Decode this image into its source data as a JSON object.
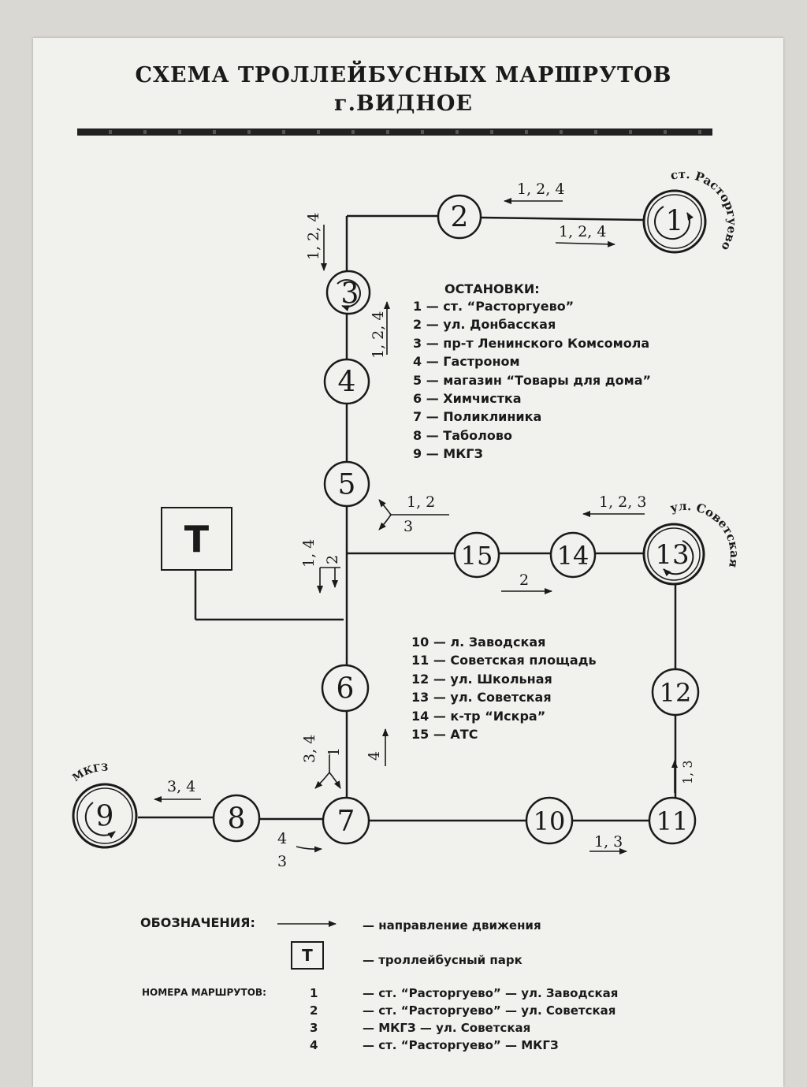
{
  "title": {
    "line1": "СХЕМА ТРОЛЛЕЙБУСНЫХ МАРШРУТОВ",
    "line2": "г.ВИДНОЕ"
  },
  "stops_header": "ОСТАНОВКИ:",
  "stops_list_a": [
    "1 — ст. “Расторгуево”",
    "2 — ул. Донбасская",
    "3 — пр-т Ленинского Комсомола",
    "4 — Гастроном",
    "5 — магазин “Товары для дома”",
    "6 — Химчистка",
    "7 — Поликлиника",
    "8 — Таболово",
    "9 — МКГЗ"
  ],
  "stops_list_b": [
    "10 — л. Заводская",
    "11 — Советская площадь",
    "12 — ул. Школьная",
    "13 — ул. Советская",
    "14 — к-тр “Искра”",
    "15 — АТС"
  ],
  "stops": [
    "1",
    "2",
    "3",
    "4",
    "5",
    "6",
    "7",
    "8",
    "9",
    "10",
    "11",
    "12",
    "13",
    "14",
    "15"
  ],
  "terminal_labels": {
    "t1": "ст. Расторгуево",
    "t13": "ул. Советская",
    "t9": "МКГЗ"
  },
  "depot_letter": "Т",
  "route_labels": {
    "r_2_1_top": "1, 2, 4",
    "r_2_1_bottom": "1, 2, 4",
    "r_3_left": "1, 2, 4",
    "r_34_right": "1, 2, 4",
    "r_5_top": "1, 2",
    "r_5_bottom": "3",
    "r_14_13": "1, 2, 3",
    "r_15_14": "2",
    "r_left_top": "1, 4",
    "r_left_bot": "2",
    "r_67_left_a": "3, 4",
    "r_67_left_b": "1",
    "r_67_right": "4",
    "r_98": "3, 4",
    "r_87_top": "4",
    "r_87_bot": "3",
    "r_10_11": "1, 3",
    "r_11_12": "1, 3"
  },
  "legend": {
    "header": "ОБОЗНАЧЕНИЯ:",
    "direction": "— направление движения",
    "depot": "— троллейбусный парк",
    "routes_header": "НОМЕРА МАРШРУТОВ:",
    "routes": [
      {
        "num": "1",
        "desc": "— ст. “Расторгуево” — ул. Заводская"
      },
      {
        "num": "2",
        "desc": "— ст. “Расторгуево” — ул. Советская"
      },
      {
        "num": "3",
        "desc": "— МКГЗ — ул. Советская"
      },
      {
        "num": "4",
        "desc": "— ст. “Расторгуево” — МКГЗ"
      }
    ]
  }
}
